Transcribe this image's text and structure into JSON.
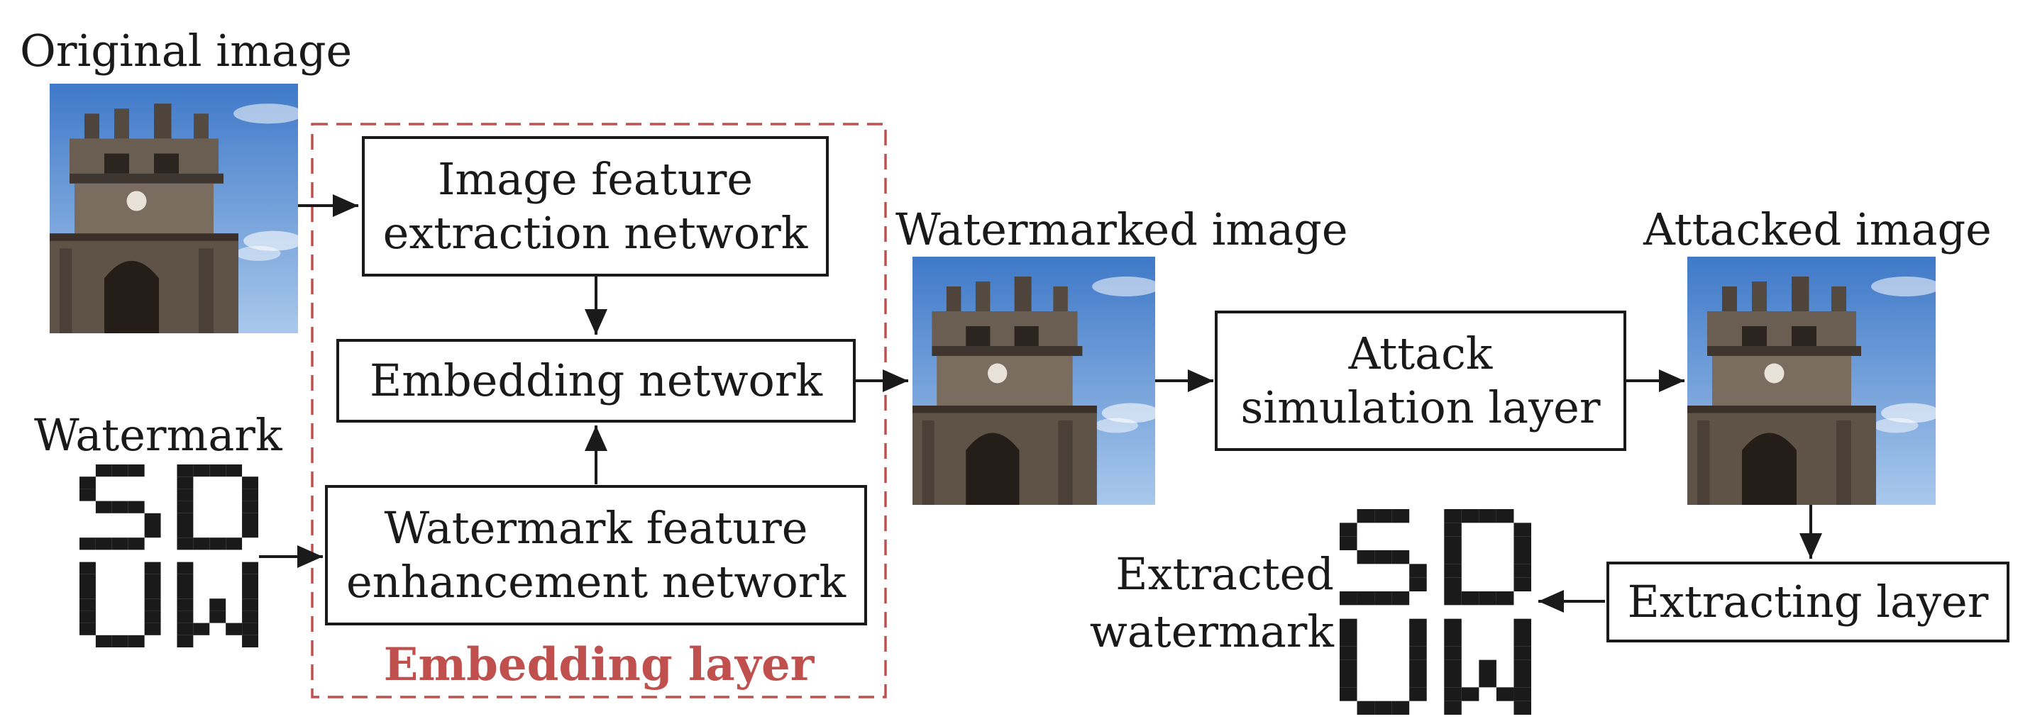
{
  "labels": {
    "original_image": "Original image",
    "watermark": "Watermark",
    "watermarked_image": "Watermarked image",
    "attacked_image": "Attacked image",
    "extracted_watermark_line1": "Extracted",
    "extracted_watermark_line2": "watermark"
  },
  "boxes": {
    "image_feature": {
      "line1": "Image feature",
      "line2": "extraction network"
    },
    "embedding": {
      "line1": "Embedding network"
    },
    "watermark_feature": {
      "line1": "Watermark feature",
      "line2": "enhancement network"
    },
    "attack": {
      "line1": "Attack",
      "line2": "simulation layer"
    },
    "extracting": {
      "line1": "Extracting layer"
    }
  },
  "group": {
    "title": "Embedding layer",
    "color": "#c0504d"
  },
  "watermark_glyphs": "SDUW",
  "colors": {
    "ink": "#1a1a1a",
    "sky_top": "#3f79c8",
    "sky_bottom": "#a9c8ec",
    "stone": "#6a5e52"
  }
}
